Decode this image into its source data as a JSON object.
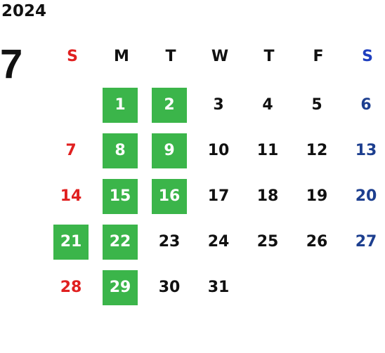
{
  "calendar": {
    "year": "2024",
    "month": "7",
    "weekdays": [
      "S",
      "M",
      "T",
      "W",
      "T",
      "F",
      "S"
    ],
    "colors": {
      "sunday": "#e02020",
      "saturday": "#1f3fbf",
      "saturday_date": "#1d3f8f",
      "default": "#111111",
      "highlight_bg": "#3bb54a",
      "highlight_text": "#ffffff"
    },
    "weeks": [
      [
        null,
        "1",
        "2",
        "3",
        "4",
        "5",
        "6"
      ],
      [
        "7",
        "8",
        "9",
        "10",
        "11",
        "12",
        "13"
      ],
      [
        "14",
        "15",
        "16",
        "17",
        "18",
        "19",
        "20"
      ],
      [
        "21",
        "22",
        "23",
        "24",
        "25",
        "26",
        "27"
      ],
      [
        "28",
        "29",
        "30",
        "31",
        null,
        null,
        null
      ]
    ],
    "highlighted_days": [
      "1",
      "2",
      "8",
      "9",
      "15",
      "16",
      "21",
      "22",
      "29"
    ]
  }
}
